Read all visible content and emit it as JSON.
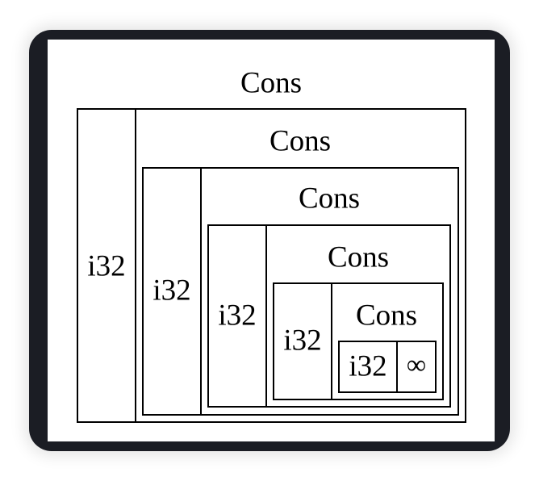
{
  "diagram": {
    "colors": {
      "frame": "#1b1d24",
      "background": "#ffffff",
      "stroke": "#000000"
    },
    "levels": [
      {
        "cons_label": "Cons",
        "value_label": "i32"
      },
      {
        "cons_label": "Cons",
        "value_label": "i32"
      },
      {
        "cons_label": "Cons",
        "value_label": "i32"
      },
      {
        "cons_label": "Cons",
        "value_label": "i32"
      },
      {
        "cons_label": "Cons",
        "value_label": "i32"
      }
    ],
    "terminal_symbol": "∞"
  }
}
